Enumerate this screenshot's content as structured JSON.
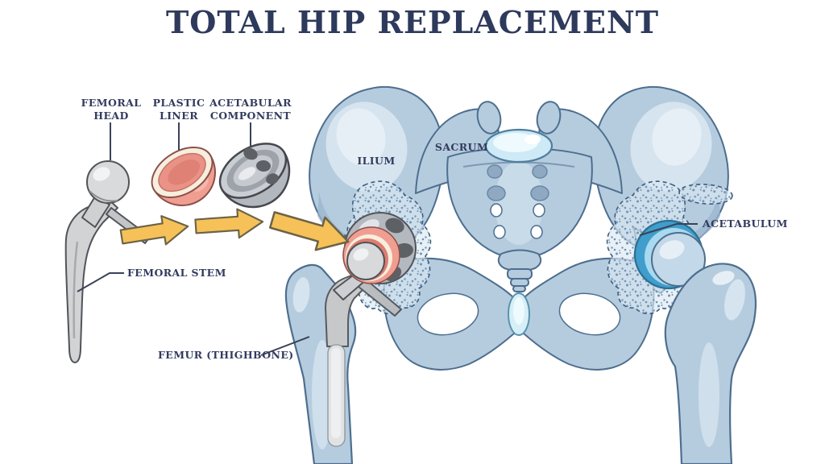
{
  "title": "TOTAL HIP REPLACEMENT",
  "component_labels": {
    "femoral_head": "FEMORAL HEAD",
    "plastic_liner": "PLASTIC LINER",
    "acetabular_component": "ACETABULAR COMPONENT",
    "femoral_stem": "FEMORAL STEM",
    "femur": "FEMUR (THIGHBONE)"
  },
  "anatomy_labels": {
    "ilium": "ILIUM",
    "sacrum": "SACRUM",
    "acetabulum": "ACETABULUM"
  },
  "colors": {
    "inkNavy": "#2e3a5c",
    "labelInk": "#333b5e",
    "leader": "#3a4258",
    "bone": "#b5ccdf",
    "boneLight": "#d6e4ef",
    "boneLighter": "#e6eff6",
    "boneShadow": "#9bb6cf",
    "boneOutline": "#4e6e8e",
    "arrowFill": "#f6c158",
    "arrowOutline": "#6b6347",
    "metalLight": "#dcdddf",
    "metalMid": "#c2c4c7",
    "metalOutline": "#515459",
    "holeGray": "#5d6065",
    "linerPink": "#ef9e91",
    "linerPinkDark": "#de7d70",
    "linerCream": "#f7eedd",
    "linerOutline": "#8a4f49",
    "acetabulumBlue": "#3f9ecb",
    "acetabulumBlueLight": "#a9d9ef",
    "discCyan": "#cdeaf6",
    "discCyanLight": "#eefafd",
    "speckleDot": "#6f94b5",
    "dashStroke": "#3d5d7d"
  }
}
